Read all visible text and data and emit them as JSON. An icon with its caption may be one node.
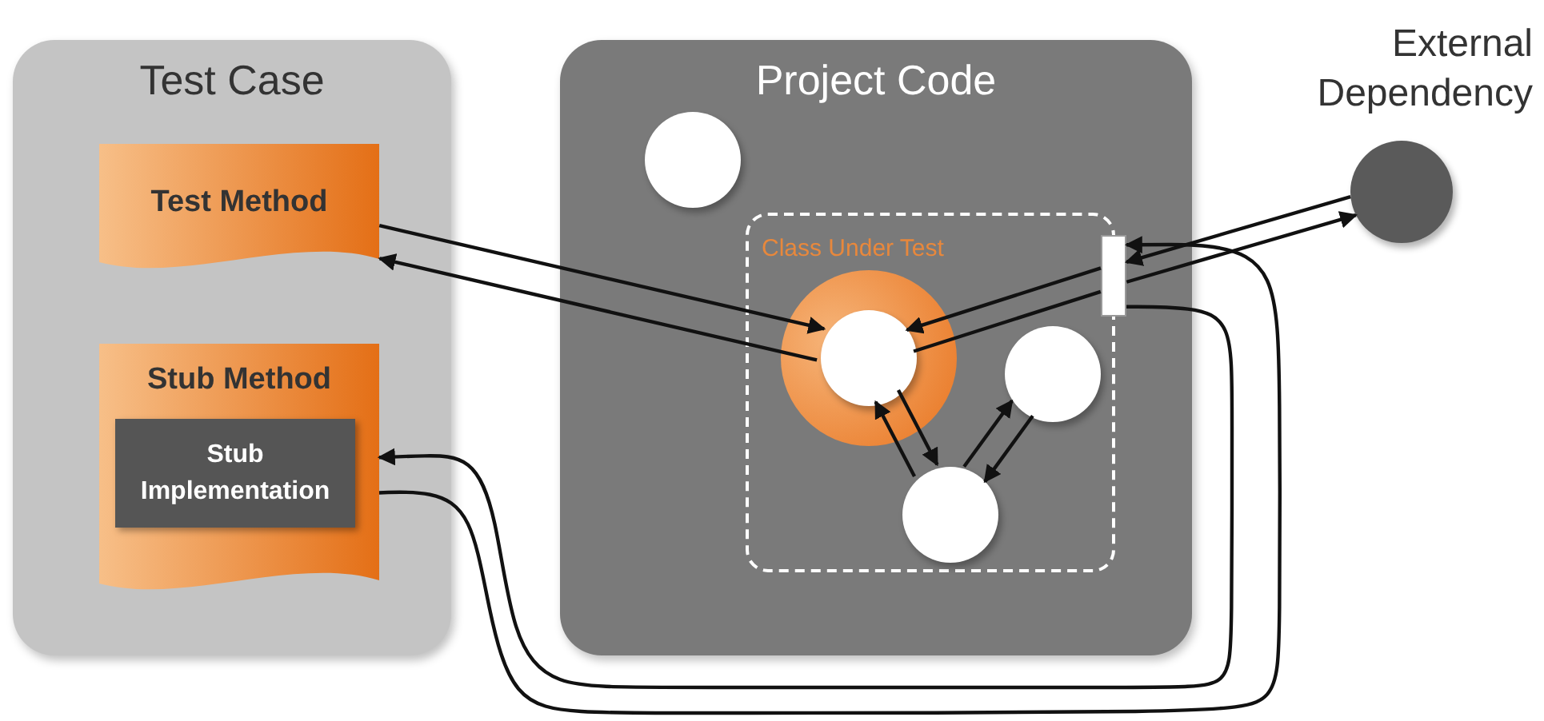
{
  "diagram": {
    "nodes": [
      {
        "text": [
          "Test Case"
        ]
      },
      {
        "text": [
          "Test Method"
        ],
        "in": 0
      },
      {
        "text": [
          "Stub Method"
        ],
        "in": 0
      },
      {
        "text": [
          "Stub Implementation"
        ],
        "in": 2
      },
      {
        "text": [
          "Project Code"
        ]
      },
      {
        "text": [],
        "shape": "circle",
        "in": 4
      },
      {
        "text": [
          "Class Under Test"
        ],
        "in": 4
      },
      {
        "text": [],
        "shape": "circle",
        "in": 6
      },
      {
        "text": [],
        "shape": "circle",
        "in": 6
      },
      {
        "text": [],
        "shape": "circle",
        "in": 6
      },
      {
        "text": [],
        "shape": "bar",
        "in": 4
      },
      {
        "text": [
          "External Dependency"
        ]
      }
    ],
    "edges": [
      {
        "from": 1,
        "to": 7,
        "arrow": "to"
      },
      {
        "from": 7,
        "to": 1,
        "arrow": "to"
      },
      {
        "from": 11,
        "to": 10,
        "arrow": "to"
      },
      {
        "from": 10,
        "to": 7,
        "arrow": "to"
      },
      {
        "from": 7,
        "to": 10,
        "arrow": "none"
      },
      {
        "from": 10,
        "to": 11,
        "arrow": "to"
      },
      {
        "from": 10,
        "to": 2,
        "arrow": "to"
      },
      {
        "from": 2,
        "to": 10,
        "arrow": "to"
      },
      {
        "from": 7,
        "to": 9,
        "arrow": "to"
      },
      {
        "from": 9,
        "to": 7,
        "arrow": "to"
      },
      {
        "from": 8,
        "to": 9,
        "arrow": "to"
      },
      {
        "from": 9,
        "to": 8,
        "arrow": "to"
      }
    ]
  }
}
